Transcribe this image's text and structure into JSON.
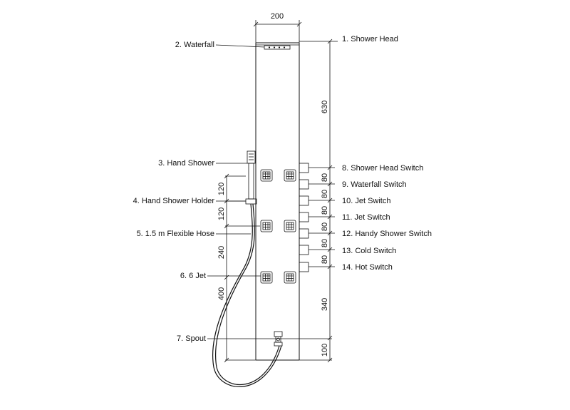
{
  "dimensions": {
    "top_width": "200",
    "right": [
      "630",
      "80",
      "80",
      "80",
      "80",
      "80",
      "80",
      "340",
      "100"
    ],
    "left": [
      "120",
      "120",
      "240",
      "400"
    ]
  },
  "labels_left": [
    "2. Waterfall",
    "3. Hand Shower",
    "4. Hand Shower Holder",
    "5. 1.5 m Flexible Hose",
    "6. 6 Jet",
    "7. Spout"
  ],
  "labels_right": [
    "1. Shower Head",
    "8. Shower Head Switch",
    "9. Waterfall Switch",
    "10. Jet Switch",
    "11. Jet Switch",
    "12. Handy Shower Switch",
    "13. Cold Switch",
    "14. Hot Switch"
  ]
}
